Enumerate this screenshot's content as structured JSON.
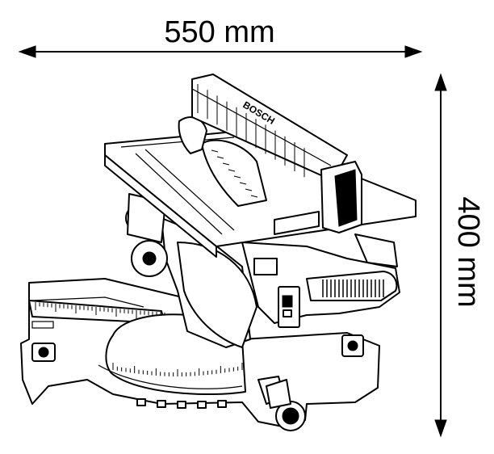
{
  "dimensions": {
    "width_label": "550 mm",
    "height_label": "400 mm"
  },
  "product": {
    "brand": "BOSCH"
  }
}
